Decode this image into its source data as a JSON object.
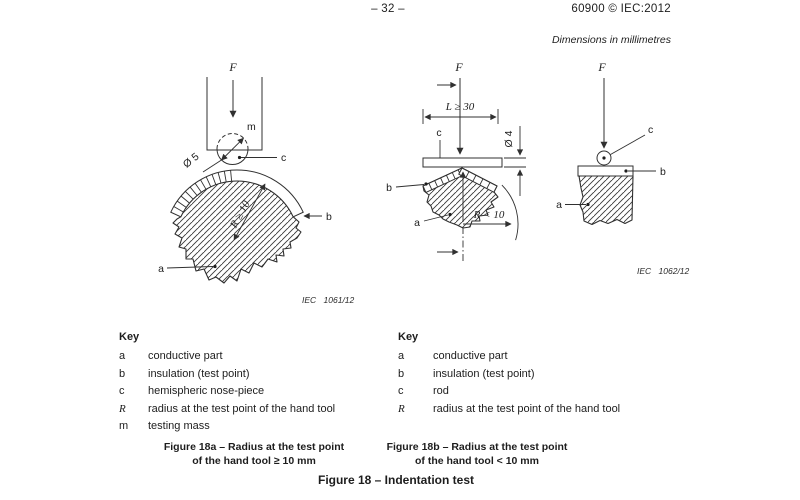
{
  "header": {
    "page_number": "– 32 –",
    "doc_ref": "60900 © IEC:2012",
    "dimensions_note": "Dimensions in millimetres"
  },
  "fig18a": {
    "force_label": "F",
    "mass_label": "m",
    "nose_dia_label": "Ø 5",
    "radius_label": "R ≥ 10",
    "label_a": "a",
    "label_b": "b",
    "label_c": "c",
    "credit": "IEC 1061/12",
    "key": {
      "title": "Key",
      "items": [
        {
          "symbol": "a",
          "desc": "conductive part"
        },
        {
          "symbol": "b",
          "desc": "insulation (test point)"
        },
        {
          "symbol": "c",
          "desc": "hemispheric nose-piece"
        },
        {
          "symbol": "R",
          "desc": "radius at the test point of the hand tool"
        },
        {
          "symbol": "m",
          "desc": "testing mass"
        }
      ]
    },
    "caption_line1": "Figure 18a – Radius at the test point",
    "caption_line2": "of the hand tool ≥ 10 mm"
  },
  "fig18b": {
    "force_label": "F",
    "length_label": "L ≥ 30",
    "rod_dia_label": "Ø 4",
    "radius_label": "R < 10",
    "label_a": "a",
    "label_b": "b",
    "label_c": "c",
    "credit": "IEC 1062/12",
    "key": {
      "title": "Key",
      "items": [
        {
          "symbol": "a",
          "desc": "conductive part"
        },
        {
          "symbol": "b",
          "desc": "insulation (test point)"
        },
        {
          "symbol": "c",
          "desc": "rod"
        },
        {
          "symbol": "R",
          "desc": "radius at the test point of the hand tool"
        }
      ]
    },
    "caption_line1": "Figure 18b – Radius at the test point",
    "caption_line2": "of the hand tool < 10 mm"
  },
  "figure_caption": "Figure 18 – Indentation test"
}
